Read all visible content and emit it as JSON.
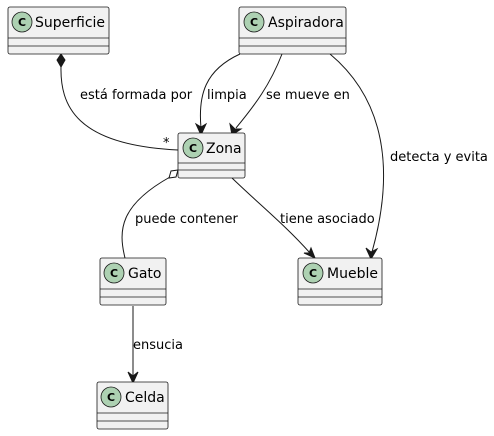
{
  "diagram": {
    "class_marker": "C",
    "classes": {
      "superficie": "Superficie",
      "aspiradora": "Aspiradora",
      "zona": "Zona",
      "gato": "Gato",
      "mueble": "Mueble",
      "celda": "Celda"
    },
    "relations": {
      "superficie_zona": {
        "label": "está formada por",
        "multiplicity": "*",
        "kind": "composition"
      },
      "aspiradora_zona_limpia": {
        "label": "limpia",
        "kind": "association"
      },
      "aspiradora_zona_mueve": {
        "label": "se mueve en",
        "kind": "association"
      },
      "aspiradora_mueble": {
        "label": "detecta y evita",
        "kind": "association"
      },
      "zona_gato": {
        "label": "puede contener",
        "kind": "aggregation"
      },
      "zona_mueble": {
        "label": "tiene asociado",
        "kind": "association"
      },
      "gato_celda": {
        "label": "ensucia",
        "kind": "association"
      }
    }
  }
}
